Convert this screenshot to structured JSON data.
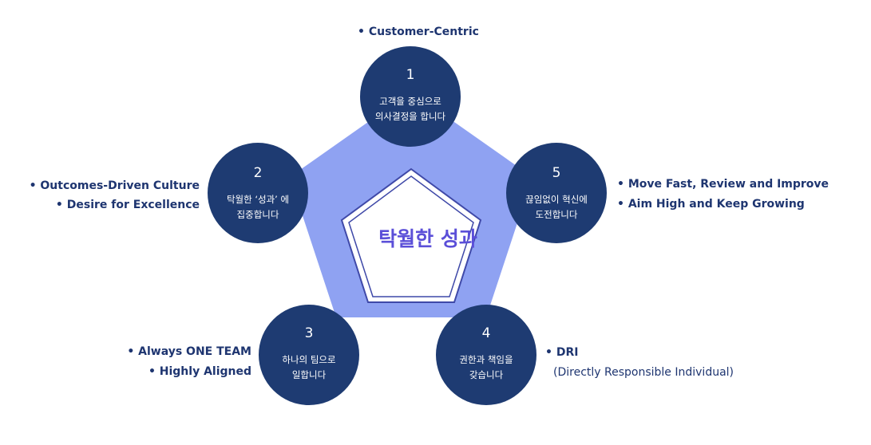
{
  "center": {
    "title": "탁월한 성과"
  },
  "colors": {
    "outer_pentagon": "#8fa2f2",
    "inner_pentagon_fill": "#ffffff",
    "inner_pentagon_border": "#3f49a8",
    "node_circle": "#1e3b72",
    "label_text": "#1e3570",
    "center_text": "#5b4fd8"
  },
  "nodes": [
    {
      "number": "1",
      "lines": [
        "고객을 중심으로",
        "의사결정을 합니다"
      ]
    },
    {
      "number": "2",
      "lines": [
        "탁월한 ‘성과’ 에",
        "집중합니다"
      ]
    },
    {
      "number": "3",
      "lines": [
        "하나의 팀으로",
        "일합니다"
      ]
    },
    {
      "number": "4",
      "lines": [
        "권한과 책임을",
        "갖습니다"
      ]
    },
    {
      "number": "5",
      "lines": [
        "끊임없이 혁신에",
        "도전합니다"
      ]
    }
  ],
  "labels": {
    "n1": [
      "• Customer-Centric"
    ],
    "n2": [
      "• Outcomes-Driven Culture",
      "• Desire for Excellence"
    ],
    "n3": [
      "• Always ONE TEAM",
      "• Highly Aligned"
    ],
    "n4": [
      "• DRI",
      "(Directly Responsible Individual)"
    ],
    "n5": [
      "• Move Fast, Review and Improve",
      "• Aim High and Keep Growing"
    ]
  }
}
